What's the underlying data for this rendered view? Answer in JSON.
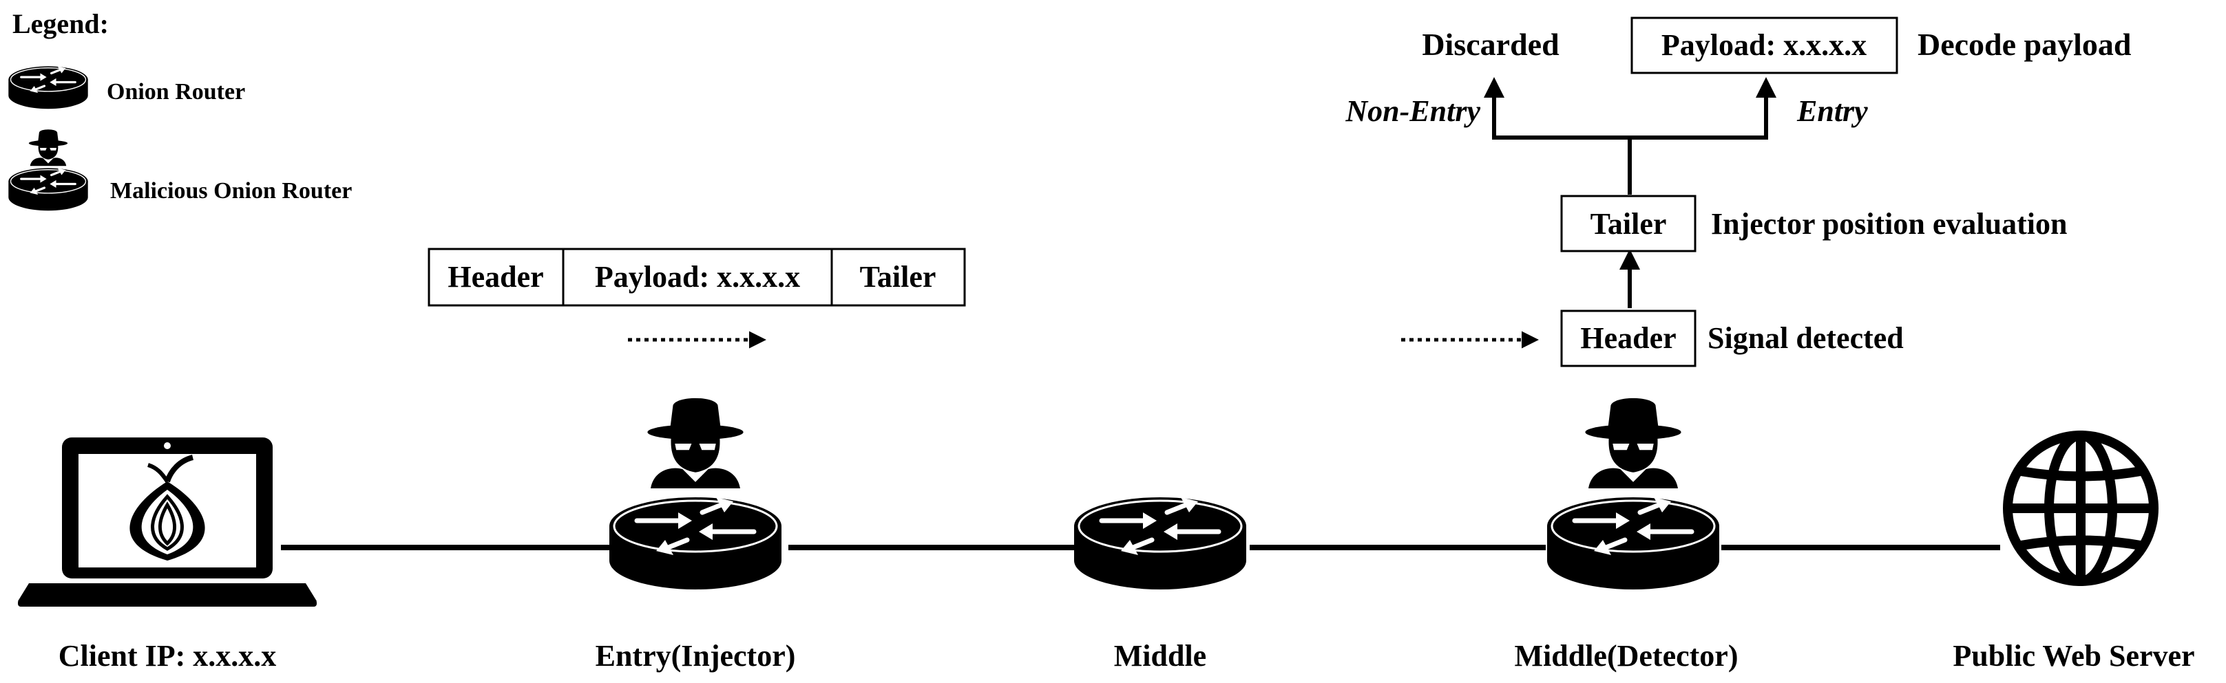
{
  "legend": {
    "title": "Legend:",
    "items": [
      {
        "icon": "onion-router-icon",
        "label": "Onion Router"
      },
      {
        "icon": "malicious-onion-router-icon",
        "label": "Malicious Onion Router"
      }
    ]
  },
  "packet": {
    "header": "Header",
    "payload": "Payload: x.x.x.x",
    "tailer": "Tailer"
  },
  "detector_flow": {
    "header": "Header",
    "header_note": "Signal detected",
    "tailer": "Tailer",
    "tailer_note": "Injector position evaluation",
    "non_entry_label": "Non-Entry",
    "non_entry_result": "Discarded",
    "entry_label": "Entry",
    "payload": "Payload: x.x.x.x",
    "payload_note": "Decode payload"
  },
  "nodes": [
    {
      "label": "Client IP: x.x.x.x",
      "icon": "laptop-tor-icon"
    },
    {
      "label": "Entry(Injector)",
      "icon": "malicious-onion-router-icon"
    },
    {
      "label": "Middle",
      "icon": "onion-router-icon"
    },
    {
      "label": "Middle(Detector)",
      "icon": "malicious-onion-router-icon"
    },
    {
      "label": "Public Web Server",
      "icon": "globe-icon"
    }
  ]
}
